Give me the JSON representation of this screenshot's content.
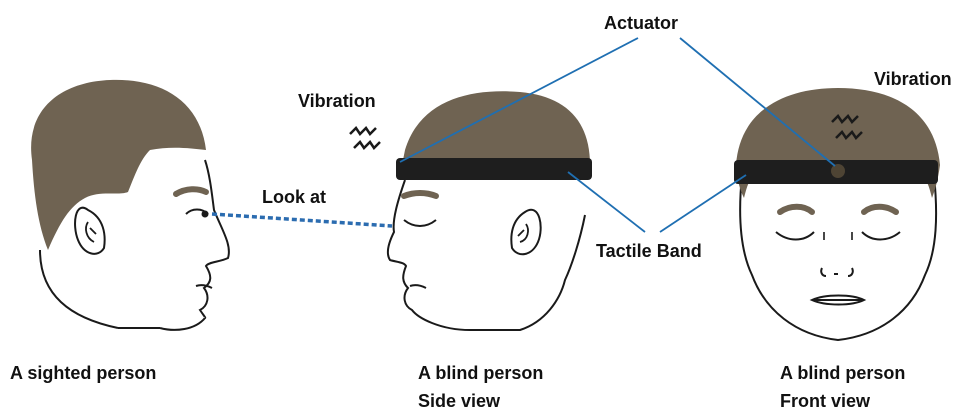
{
  "labels": {
    "actuator": "Actuator",
    "vibration_left": "Vibration",
    "vibration_right": "Vibration",
    "look_at": "Look at",
    "tactile_band": "Tactile Band",
    "sighted_caption": "A sighted person",
    "blind_side_caption_line1": "A blind person",
    "blind_side_caption_line2": "Side view",
    "blind_front_caption_line1": "A blind person",
    "blind_front_caption_line2": "Front view"
  },
  "colors": {
    "hair": "#6f6352",
    "band": "#1e1e1e",
    "actuator_dot": "#4e4434",
    "leader_line": "#1f6fb2",
    "gaze_line": "#2b6cb0",
    "outline": "#1a1a1a",
    "eyebrow": "#6f6352"
  }
}
